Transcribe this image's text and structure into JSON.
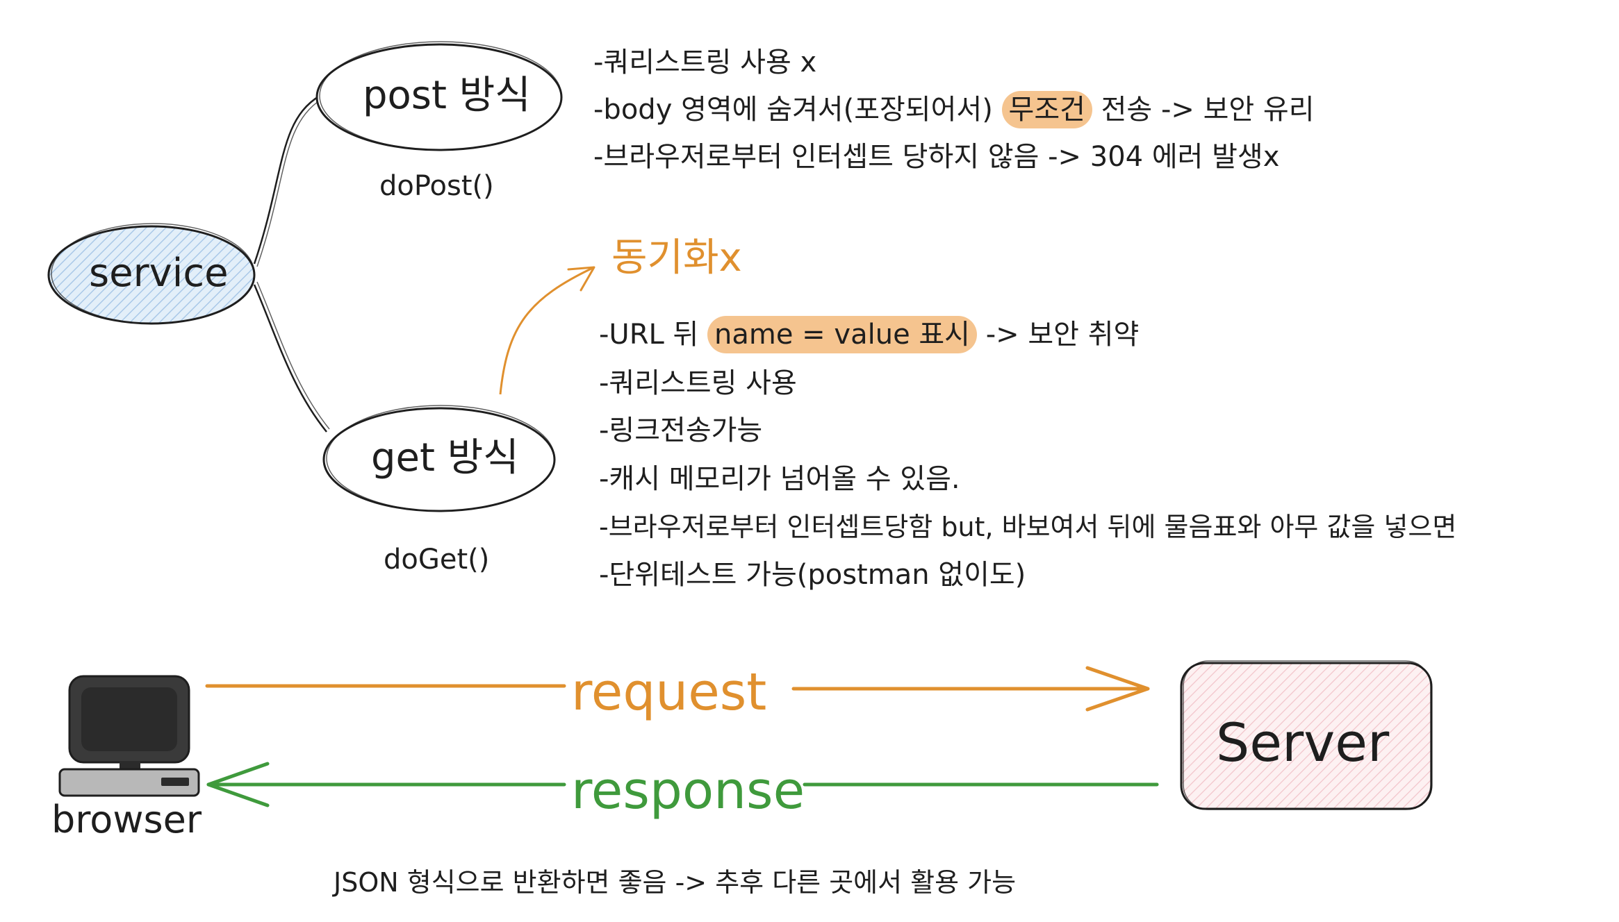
{
  "colors": {
    "ink": "#1e1e1e",
    "orange": "#e0902e",
    "green": "#3f9a3c",
    "highlight": "#f5c48f",
    "service_fill": "#cfe3f5",
    "server_fill": "#fbe3e6"
  },
  "icons": {
    "browser": "computer-monitor-icon"
  },
  "nodes": {
    "service": "service",
    "post": "post 방식",
    "get": "get 방식",
    "server": "Server",
    "browser": "browser"
  },
  "methods": {
    "post": "doPost()",
    "get": "doGet()"
  },
  "post_notes": {
    "line1": "-쿼리스트링 사용 x",
    "line2_pre": "-body 영역에 숨겨서(포장되어서) ",
    "line2_hl": "무조건",
    "line2_post": " 전송 -> 보안 유리",
    "line3": "-브라우저로부터 인터셉트 당하지 않음 -> 304 에러 발생x"
  },
  "sync_label": "동기화x",
  "get_notes": {
    "line1_pre": "-URL 뒤 ",
    "line1_hl": "name = value 표시",
    "line1_post": " -> 보안 취약",
    "line2": "-쿼리스트링 사용",
    "line3": "-링크전송가능",
    "line4": "-캐시 메모리가 넘어올 수 있음.",
    "line5": "-브라우저로부터 인터셉트당함 but, 바보여서 뒤에 물음표와 아무 값을 넣으면",
    "line6": "-단위테스트 가능(postman 없이도)"
  },
  "flow": {
    "request": "request",
    "response": "response"
  },
  "footer": "JSON 형식으로 반환하면 좋음 -> 추후 다른 곳에서 활용 가능"
}
